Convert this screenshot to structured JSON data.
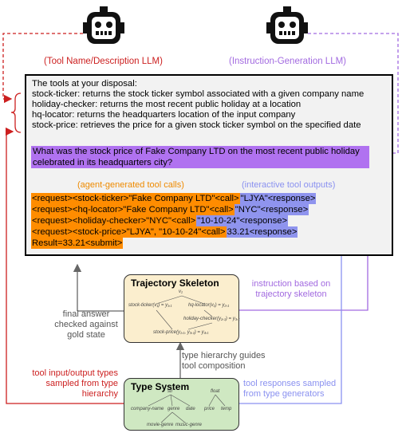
{
  "llms": {
    "tool_llm_label": "(Tool Name/Description LLM)",
    "instr_llm_label": "(Instruction-Generation LLM)"
  },
  "prompt": {
    "header": "The tools at your disposal:",
    "tools": [
      "stock-ticker: returns the stock ticker symbol associated with a given company name",
      "holiday-checker: returns the most recent public holiday at a location",
      "hq-locator: returns the headquarters location of the input company",
      "stock-price: retrieves the price for a given stock ticker symbol on the specified date"
    ],
    "question": "What was the stock price of Fake Company LTD on the most recent public holiday celebrated in its headquarters city?",
    "agent_label": "(agent-generated tool calls)",
    "tool_output_label": "(interactive tool outputs)",
    "calls": [
      {
        "call": "<request><stock-ticker>\"Fake Company LTD\"<call>",
        "out": "\"LJYA\"<response>"
      },
      {
        "call": "<request><hq-locator>\"Fake Company LTD\"<call>",
        "out": "\"NYC\"<response>"
      },
      {
        "call": "<request><holiday-checker>\"NYC\"<call>",
        "out": "\"10-10-24\"<response>"
      },
      {
        "call": "<request><stock-price>\"LJYA\", \"10-10-24\"<call>",
        "out": "33.21<response>"
      }
    ],
    "result": "Result=33.21<submit>"
  },
  "skeleton": {
    "title": "Trajectory Skeleton",
    "nodes": {
      "v1": "v₁",
      "stock_ticker": "stock-ticker(v₁) = y₁,₁",
      "hq_locator": "hq-locator(v₁) = y₂,₁",
      "holiday": "holiday-checker(y₂,₁) = y₃,₁",
      "stock_price": "stock-price(y₁,₁, y₃,₁) = y₄,₁"
    }
  },
  "type_system": {
    "title": "Type System",
    "nodes": {
      "str": "str",
      "company_name": "company-name",
      "genre": "genre",
      "date": "date",
      "movie_genre": "movie-genre",
      "music_genre": "music-genre",
      "float": "float",
      "price": "price",
      "temp": "temp"
    }
  },
  "notes": {
    "final_answer": "final answer checked against gold state",
    "instruction_based": "instruction based on trajectory skeleton",
    "type_hierarchy": "type hierarchy guides tool composition",
    "tool_io": "tool input/output types sampled from type hierarchy",
    "tool_responses": "tool responses sampled from type generators"
  }
}
